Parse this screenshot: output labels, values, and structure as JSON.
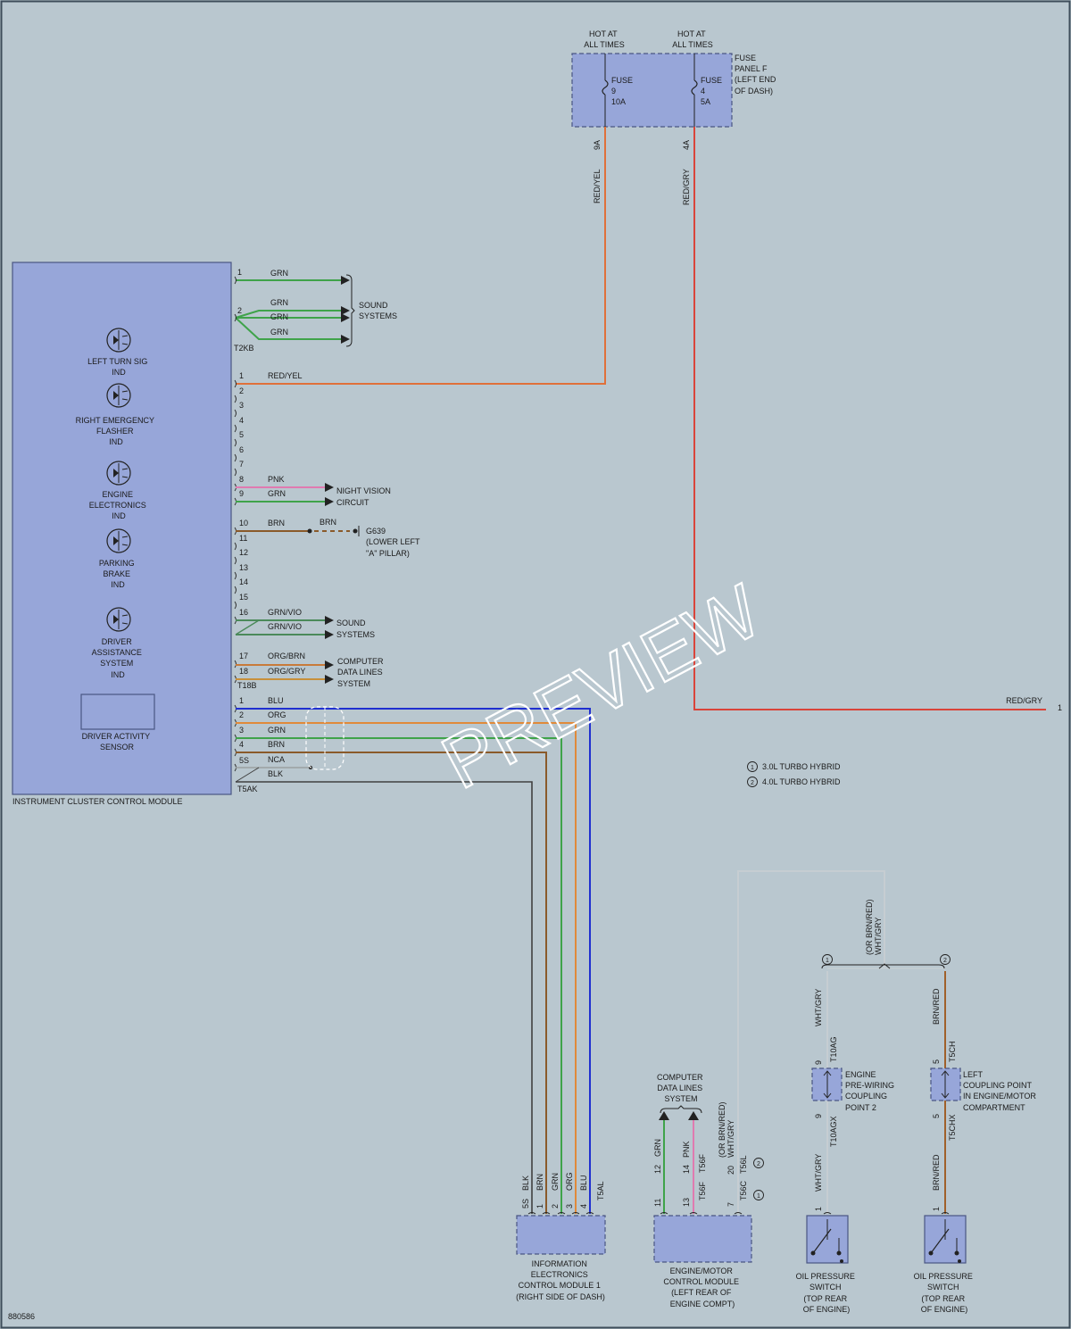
{
  "diagram_id": "880586",
  "watermark": "PREVIEW",
  "colors": {
    "background": "#b9c7cf",
    "module": "#97a6d9",
    "RED/YEL": "#e0703a",
    "RED/GRY": "#d9443a",
    "GRN": "#3fa34a",
    "PNK": "#e07ab0",
    "BRN": "#8a5a2a",
    "GRN/VIO": "#4b8a5a",
    "ORG/BRN": "#c87a3a",
    "ORG/GRY": "#c8903a",
    "BLU": "#2030d0",
    "ORG": "#e08a3a",
    "NCA": "#9aa0a0",
    "BLK": "#404040",
    "WHT/GRY": "#c6cdd2",
    "BRN/RED": "#a0602a"
  },
  "fuse_panel": {
    "label": [
      "FUSE",
      "PANEL F",
      "(LEFT END",
      "OF DASH)"
    ],
    "hot1": [
      "HOT AT",
      "ALL TIMES"
    ],
    "hot2": [
      "HOT AT",
      "ALL TIMES"
    ],
    "fuse1": [
      "FUSE",
      "9",
      "10A"
    ],
    "fuse2": [
      "FUSE",
      "4",
      "5A"
    ],
    "pin1": "9A",
    "pin2": "4A",
    "wire1": "RED/YEL",
    "wire2": "RED/GRY"
  },
  "cluster": {
    "label": "INSTRUMENT CLUSTER CONTROL MODULE",
    "indicators": [
      [
        "LEFT TURN SIG",
        "IND"
      ],
      [
        "RIGHT EMERGENCY",
        "FLASHER",
        "IND"
      ],
      [
        "ENGINE",
        "ELECTRONICS",
        "IND"
      ],
      [
        "PARKING",
        "BRAKE",
        "IND"
      ],
      [
        "DRIVER",
        "ASSISTANCE",
        "SYSTEM",
        "IND"
      ]
    ],
    "sensor": [
      "DRIVER ACTIVITY",
      "SENSOR"
    ]
  },
  "connectors": {
    "t2kb": "T2KB",
    "t18b": "T18B",
    "t5ak": "T5AK",
    "t5al": "T5AL",
    "t10ag": "T10AG",
    "t10agx": "T10AGX",
    "t5ch": "T5CH",
    "t5chx": "T5CHX",
    "t56f": "T56F",
    "t56f2": "T56F",
    "t56c": "T56C",
    "t56l": "T56L"
  },
  "t2kb_pins": [
    {
      "pin": "1",
      "wire": "GRN"
    },
    {
      "pin": "2",
      "wire": "GRN"
    },
    {
      "pin": "",
      "wire": "GRN"
    },
    {
      "pin": "",
      "wire": "GRN"
    }
  ],
  "t18b_pins": [
    {
      "pin": "1",
      "wire": "RED/YEL"
    },
    {
      "pin": "2",
      "wire": ""
    },
    {
      "pin": "3",
      "wire": ""
    },
    {
      "pin": "4",
      "wire": ""
    },
    {
      "pin": "5",
      "wire": ""
    },
    {
      "pin": "6",
      "wire": ""
    },
    {
      "pin": "7",
      "wire": ""
    },
    {
      "pin": "8",
      "wire": "PNK"
    },
    {
      "pin": "9",
      "wire": "GRN"
    },
    {
      "pin": "10",
      "wire": "BRN"
    },
    {
      "pin": "11",
      "wire": ""
    },
    {
      "pin": "12",
      "wire": ""
    },
    {
      "pin": "13",
      "wire": ""
    },
    {
      "pin": "14",
      "wire": ""
    },
    {
      "pin": "15",
      "wire": ""
    },
    {
      "pin": "16",
      "wire": "GRN/VIO"
    },
    {
      "pin": "",
      "wire": "GRN/VIO"
    },
    {
      "pin": "17",
      "wire": "ORG/BRN"
    },
    {
      "pin": "18",
      "wire": "ORG/GRY"
    }
  ],
  "t5ak_pins": [
    {
      "pin": "1",
      "wire": "BLU"
    },
    {
      "pin": "2",
      "wire": "ORG"
    },
    {
      "pin": "3",
      "wire": "GRN"
    },
    {
      "pin": "4",
      "wire": "BRN"
    },
    {
      "pin": "5S",
      "wire": "NCA"
    },
    {
      "pin": "",
      "wire": "BLK"
    }
  ],
  "destinations": {
    "sound1": [
      "SOUND",
      "SYSTEMS"
    ],
    "night_vision": [
      "NIGHT VISION",
      "CIRCUIT"
    ],
    "ground": [
      "G639",
      "(LOWER LEFT",
      "\"A\" PILLAR)"
    ],
    "ground_wire": "BRN",
    "sound2": [
      "SOUND",
      "SYSTEMS"
    ],
    "cdl": [
      "COMPUTER",
      "DATA LINES",
      "SYSTEM"
    ],
    "red_gry_offpage": "RED/GRY",
    "red_gry_ref": "1"
  },
  "legend": [
    {
      "num": "1",
      "text": "3.0L TURBO HYBRID"
    },
    {
      "num": "2",
      "text": "4.0L TURBO HYBRID"
    }
  ],
  "info_module": {
    "label": [
      "INFORMATION",
      "ELECTRONICS",
      "CONTROL MODULE 1",
      "(RIGHT SIDE OF DASH)"
    ],
    "pins": [
      {
        "pin": "5S",
        "wire": "BLK"
      },
      {
        "pin": "1",
        "wire": "BRN"
      },
      {
        "pin": "2",
        "wire": "GRN"
      },
      {
        "pin": "3",
        "wire": "ORG"
      },
      {
        "pin": "4",
        "wire": "BLU"
      }
    ]
  },
  "ecm": {
    "label": [
      "ENGINE/MOTOR",
      "CONTROL MODULE",
      "(LEFT REAR OF",
      "ENGINE COMPT)"
    ],
    "cdl_label": [
      "COMPUTER",
      "DATA LINES",
      "SYSTEM"
    ],
    "pins": [
      {
        "pin": "11",
        "pin2": "12",
        "wire": "GRN"
      },
      {
        "pin": "13",
        "pin2": "14",
        "wire": "PNK"
      },
      {
        "pin": "7",
        "pin2": "20",
        "wire": "WHT/GRY"
      }
    ],
    "alt_wire": "(OR BRN/RED)",
    "alt_wire_top": "(OR BRN/RED)",
    "top_wire": "WHT/GRY"
  },
  "coupling1": {
    "label": [
      "ENGINE",
      "PRE-WIRING",
      "COUPLING",
      "POINT 2"
    ],
    "pin_top": "9",
    "pin_bottom": "9",
    "wire_top": "WHT/GRY",
    "wire_bottom": "WHT/GRY"
  },
  "coupling2": {
    "label": [
      "LEFT",
      "COUPLING POINT",
      "IN ENGINE/MOTOR",
      "COMPARTMENT"
    ],
    "pin_top": "5",
    "pin_bottom": "5",
    "wire_top": "BRN/RED",
    "wire_bottom": "BRN/RED"
  },
  "switch1": {
    "label": [
      "OIL PRESSURE",
      "SWITCH",
      "(TOP REAR",
      "OF ENGINE)"
    ],
    "pin": "1"
  },
  "switch2": {
    "label": [
      "OIL PRESSURE",
      "SWITCH",
      "(TOP REAR",
      "OF ENGINE)"
    ],
    "pin": "1"
  },
  "branch_nums": [
    "1",
    "2"
  ],
  "ecm_nums": [
    "2",
    "1"
  ]
}
